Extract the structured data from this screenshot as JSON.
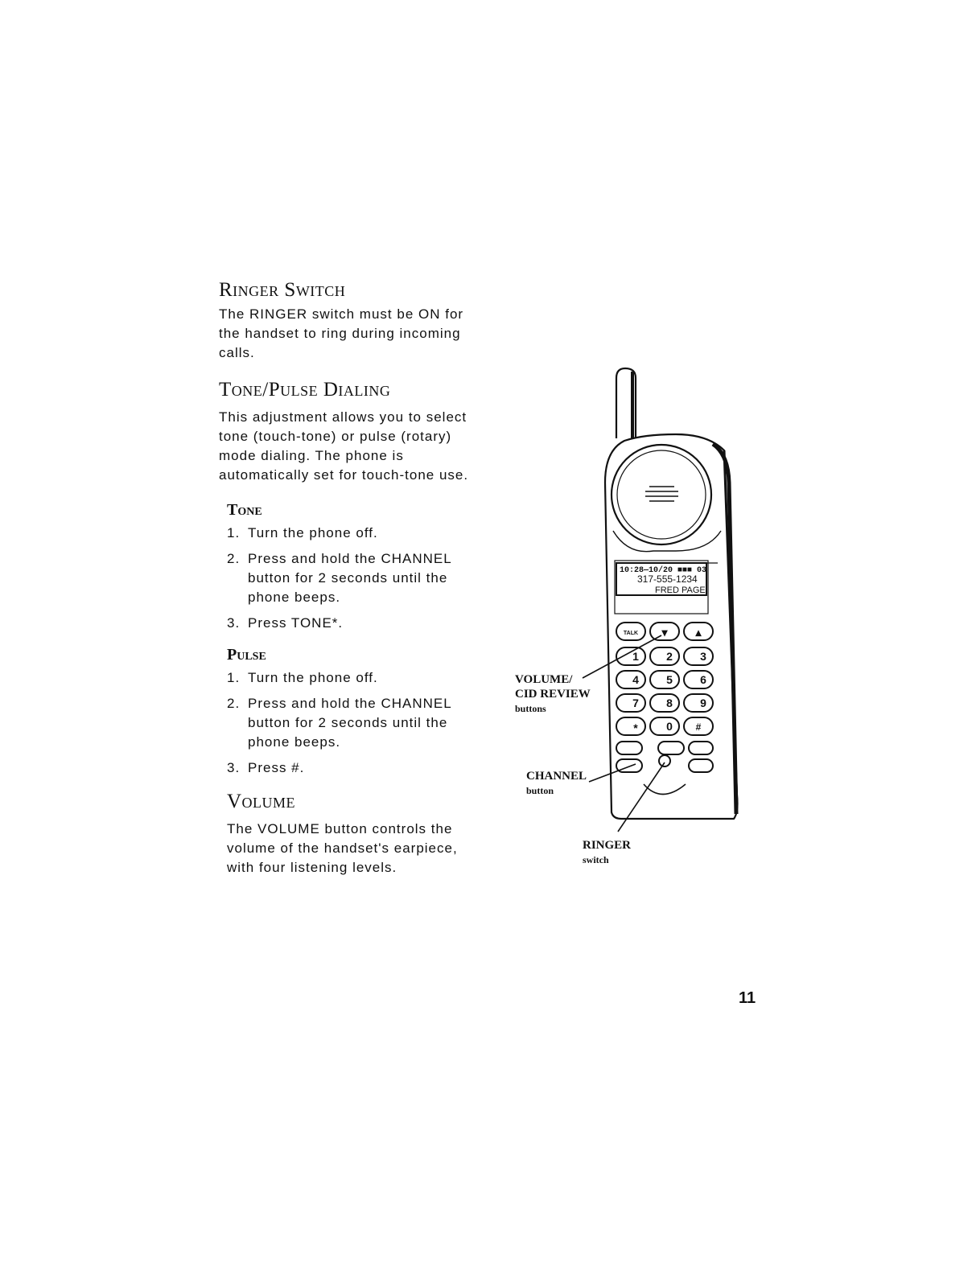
{
  "sections": {
    "ringer_switch": {
      "title": "Ringer Switch",
      "body": "The RINGER switch must be ON for the handset to ring during incoming calls."
    },
    "tone_pulse": {
      "title": "Tone/Pulse Dialing",
      "body": "This adjustment allows you to select tone (touch-tone) or pulse (rotary) mode dialing. The phone is automatically set for touch-tone use."
    },
    "tone": {
      "title": "Tone",
      "steps": [
        {
          "num": "1.",
          "text": "Turn the phone off."
        },
        {
          "num": "2.",
          "text": "Press and hold the CHANNEL button for 2 seconds until the phone beeps."
        },
        {
          "num": "3.",
          "text": "Press TONE*."
        }
      ]
    },
    "pulse": {
      "title": "Pulse",
      "steps": [
        {
          "num": "1.",
          "text": "Turn the phone off."
        },
        {
          "num": "2.",
          "text": "Press and hold the CHANNEL button for 2 seconds until the phone beeps."
        },
        {
          "num": "3.",
          "text": "Press #."
        }
      ]
    },
    "volume": {
      "title": "Volume",
      "body": "The VOLUME button controls the volume of the handset's earpiece, with four listening levels."
    }
  },
  "diagram": {
    "display": {
      "line1": "10:28—10/20 ■■■ 03",
      "line2": "317-555-1234",
      "line3": "FRED PAGE"
    },
    "keys": {
      "talk": "TALK",
      "k1": "1",
      "k2": "2",
      "k3": "3",
      "k4": "4",
      "k5": "5",
      "k6": "6",
      "k7": "7",
      "k8": "8",
      "k9": "9",
      "kstar": "*",
      "k0": "0",
      "khash": "#"
    },
    "callouts": {
      "volume_big": "VOLUME/",
      "volume_big2": "CID REVIEW",
      "volume_small": "buttons",
      "channel_big": "CHANNEL",
      "channel_small": "button",
      "ringer_big": "RINGER",
      "ringer_small": "switch"
    }
  },
  "page_number": "11"
}
